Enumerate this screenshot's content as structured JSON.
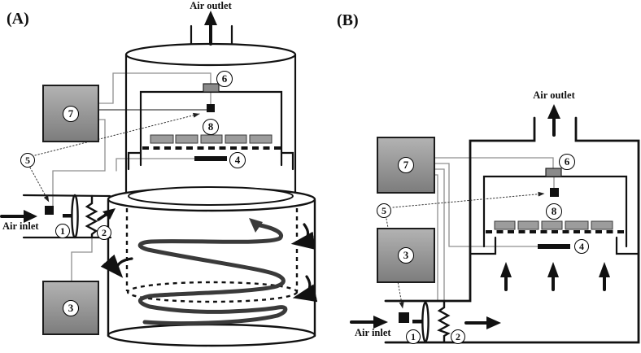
{
  "figure": {
    "panels": [
      {
        "id": "a",
        "label": "(A)",
        "air_outlet": "Air outlet",
        "air_inlet": "Air inlet"
      },
      {
        "id": "b",
        "label": "(B)",
        "air_outlet": "Air outlet",
        "air_inlet": "Air inlet"
      }
    ],
    "callouts": [
      "1",
      "2",
      "3",
      "4",
      "5",
      "6",
      "7",
      "8"
    ],
    "colors": {
      "line": "#111111",
      "wire": "#8f8f8f",
      "dark_wire": "#444444",
      "spiral": "#3a3a3a",
      "box_fill_top": "#b2b2b2",
      "box_fill_bottom": "#7d7d7d",
      "tray_fill": "#9c9c9c",
      "sensor_fill": "#111111",
      "component6_fill": "#8a8a8a"
    }
  }
}
